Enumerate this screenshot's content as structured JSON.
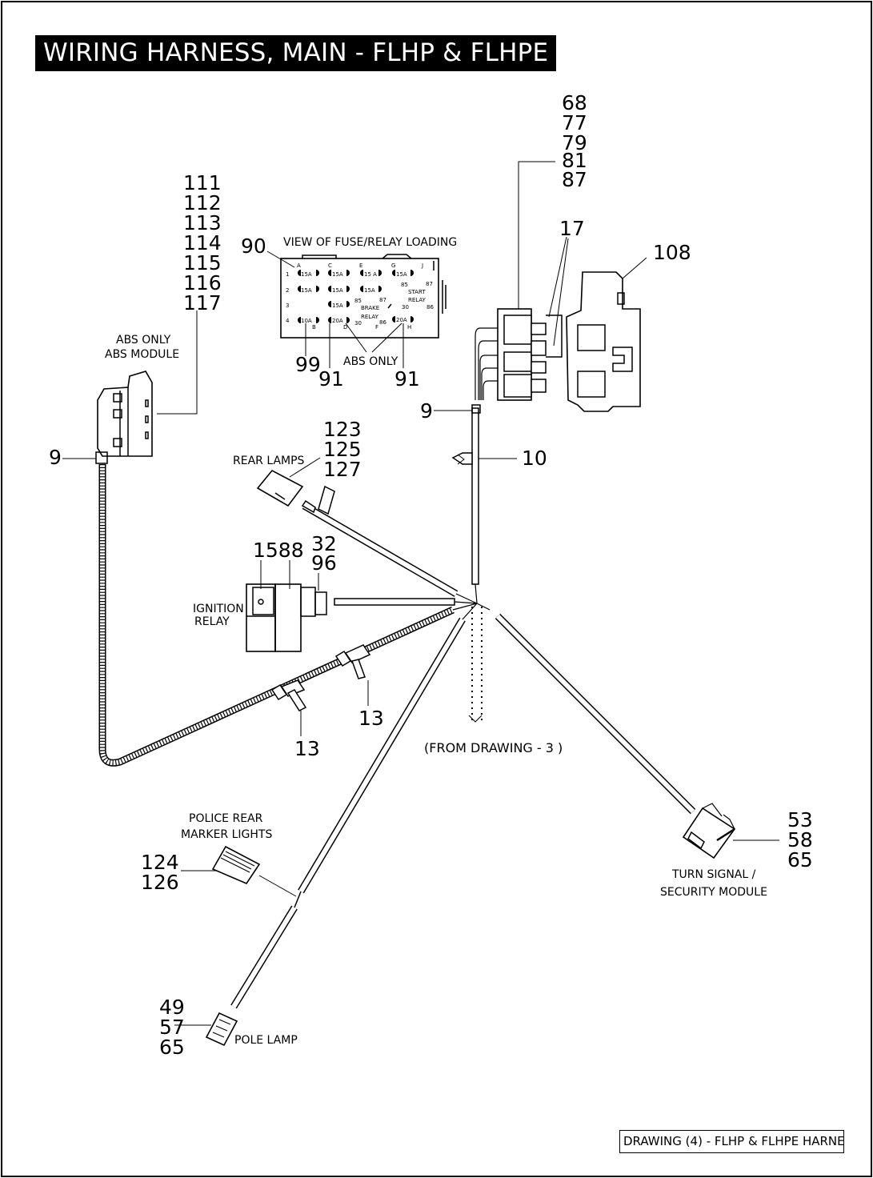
{
  "title": "WIRING HARNESS, MAIN - FLHP & FLHPE",
  "footer": "DRAWING (4) - FLHP &  FLHPE HARNE",
  "fuse_panel": {
    "title": "VIEW OF FUSE/RELAY LOADING",
    "columns": [
      "A",
      "C",
      "E",
      "G",
      "J",
      "B",
      "D",
      "F",
      "H"
    ],
    "rows": [
      "1",
      "2",
      "3",
      "4"
    ],
    "fuses": [
      "15A",
      "15A",
      "15 A",
      "15A",
      "15A",
      "15A",
      "15A",
      "15A",
      "10A",
      "20A",
      "20A"
    ],
    "relay_labels": [
      "START",
      "RELAY",
      "BRAKE",
      "RELAY"
    ],
    "pin_numbers": [
      "85",
      "87",
      "30",
      "86",
      "85",
      "87",
      "30",
      "86"
    ],
    "abs_only": "ABS ONLY"
  },
  "labels": {
    "abs_only": "ABS ONLY",
    "abs_module": "ABS MODULE",
    "rear_lamps": "REAR LAMPS",
    "ignition": "IGNITION",
    "relay": "RELAY",
    "from_drawing": "(FROM DRAWING - 3 )",
    "police_rear": "POLICE REAR",
    "marker_lights": "MARKER LIGHTS",
    "turn_signal": "TURN SIGNAL /",
    "security_module": "SECURITY MODULE",
    "pole_lamp": "POLE LAMP"
  },
  "callouts": {
    "abs_group": [
      "111",
      "112",
      "113",
      "114",
      "115",
      "116",
      "117"
    ],
    "top_right_group": [
      "68",
      "77",
      "79",
      "81",
      "87"
    ],
    "n17": "17",
    "n108": "108",
    "n90": "90",
    "n99": "99",
    "n91a": "91",
    "n91b": "91",
    "n9_left": "9",
    "n9_right": "9",
    "n10": "10",
    "rear_lamps_group": [
      "123",
      "125",
      "127"
    ],
    "n1588": "1588",
    "ign_group": [
      "32",
      "96"
    ],
    "n13a": "13",
    "n13b": "13",
    "turn_group": [
      "53",
      "58",
      "65"
    ],
    "police_group": [
      "124",
      "126"
    ],
    "pole_group": [
      "49",
      "57",
      "65"
    ]
  }
}
